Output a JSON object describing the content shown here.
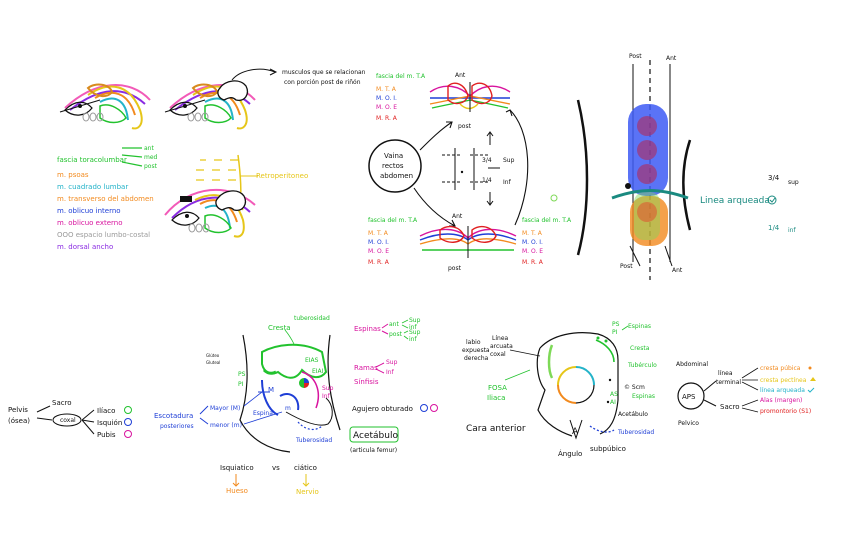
{
  "colors": {
    "green": "#22c22e",
    "lime": "#7ed957",
    "yellow": "#e6c619",
    "orange": "#f28a1e",
    "teal": "#24b3c9",
    "blue": "#1f3fd6",
    "magenta": "#d8139e",
    "pink": "#f25ab8",
    "red": "#e02020",
    "purple": "#8a2be2",
    "gray": "#9a9a9a",
    "black": "#111111"
  },
  "lumbar": {
    "note": "musculos que se relacionan con porción post de riñón",
    "retroperitoneo": "Retroperitoneo",
    "legend": [
      {
        "text": "fascia toracolumbar",
        "color": "#22c22e"
      },
      {
        "text": "m. psoas",
        "color": "#f28a1e"
      },
      {
        "text": "m. cuadrado lumbar",
        "color": "#24b3c9"
      },
      {
        "text": "m. transverso del abdomen",
        "color": "#f28a1e"
      },
      {
        "text": "m. oblicuo interno",
        "color": "#1f3fd6"
      },
      {
        "text": "m. oblicuo externo",
        "color": "#d8139e"
      },
      {
        "text": "OOO espacio lumbo-costal",
        "color": "#9a9a9a"
      },
      {
        "text": "m. dorsal ancho",
        "color": "#8a2be2"
      }
    ],
    "fascia_layers": [
      "ant",
      "med",
      "post"
    ]
  },
  "rectus": {
    "top_legend": [
      "fascia del m. T.A",
      "M. T. A",
      "M. O. I.",
      "M. O. E",
      "M. R. A"
    ],
    "bottom_legend_left": [
      "fascia del m. T.A",
      "M. T. A",
      "M. O. I.",
      "M. O. E",
      "M. R. A"
    ],
    "bottom_legend_right": [
      "fascia del m. T.A",
      "M. T. A",
      "M. O. I.",
      "M. O. E",
      "M. R. A"
    ],
    "ant": "Ant",
    "post": "post",
    "ant2": "Ant",
    "post2": "post",
    "vaina": [
      "Vaina",
      "rectos",
      "abdomen"
    ],
    "sup_frac": "3/4",
    "sup": "Sup",
    "inf_frac": "1/4",
    "inf": "Inf"
  },
  "sheath": {
    "post_top_left": "Post",
    "ant_top_right": "Ant",
    "post_bottom_left": "Post",
    "ant_bottom_right": "Ant",
    "linea": "Linea arqueada",
    "frac_sup": "3/4",
    "sup": "sup",
    "frac_inf": "1/4",
    "inf": "inf"
  },
  "pelvis": {
    "pelvis": "Pelvis",
    "oseo": "(ósea)",
    "sacro": "Sacro",
    "coxal": "coxal",
    "bones": [
      "Ilíaco",
      "Isquión",
      "Pubis"
    ]
  },
  "hip": {
    "tuberosidad": "tuberosidad",
    "cresta": "Cresta",
    "gluteal": [
      "Glúteo",
      "Gluteal"
    ],
    "eias": "EIAS",
    "eiai": "EIAI",
    "ps": "PS",
    "pi": "PI",
    "sup": "Sup",
    "inf": "Inf",
    "escotaduras": [
      "Escotadura",
      "posteriores"
    ],
    "mayor": "Mayor (M)",
    "menor": "menor (m)",
    "espina": "Espina",
    "M": "M",
    "m": "m",
    "tuberosidad2": "Tuberosidad",
    "espinas": "Espinas",
    "ant": "ant",
    "post": "post",
    "sup_a": "Sup",
    "inf_a": "inf",
    "sup_b": "Sup",
    "inf_b": "inf",
    "ramas": "Ramas",
    "sup_c": "Sup",
    "inf_c": "Inf",
    "sinfisis": "Sínfisis",
    "agujero": "Agujero obturado",
    "acetabulo": "Acetábulo",
    "articula": "(articula femur)",
    "isquiatico": "Isquiatico",
    "vs": "vs",
    "ciatico": "ciático",
    "hueso": "Hueso",
    "nervio": "Nervio"
  },
  "front": {
    "labio": [
      "labio",
      "Línea",
      "expuesta",
      "arcuata",
      "derecha",
      "coxal"
    ],
    "fosa": [
      "FOSA",
      "Iliaca"
    ],
    "cara": "Cara anterior",
    "ps": "PS",
    "pi": "PI",
    "espinas": "Espinas",
    "cresta": "Cresta",
    "tuberculo": "Tubérculo",
    "scm": "Scm",
    "espinas2": "Espinas",
    "as": "AS",
    "ai": "AI",
    "acetabulo": "Acetábulo",
    "tuberosidad": "Tuberosidad",
    "angulo": "Ángulo",
    "subpubico": "subpúbico",
    "A": "A"
  },
  "aps": {
    "abdominal": "Abdominal",
    "aps": "APS",
    "pelvica": "Pelvico",
    "linea_terminal": [
      "línea",
      "terminal"
    ],
    "sacro": "Sacro",
    "items_top": [
      {
        "text": "cresta púbica",
        "color": "#f28a1e"
      },
      {
        "text": "cresta pectínea",
        "color": "#e6c619"
      },
      {
        "text": "línea arqueada",
        "color": "#24b3c9"
      }
    ],
    "items_bottom": [
      {
        "text": "Alas (margen)",
        "color": "#d8139e"
      },
      {
        "text": "promontorio (S1)",
        "color": "#e02020"
      }
    ]
  }
}
